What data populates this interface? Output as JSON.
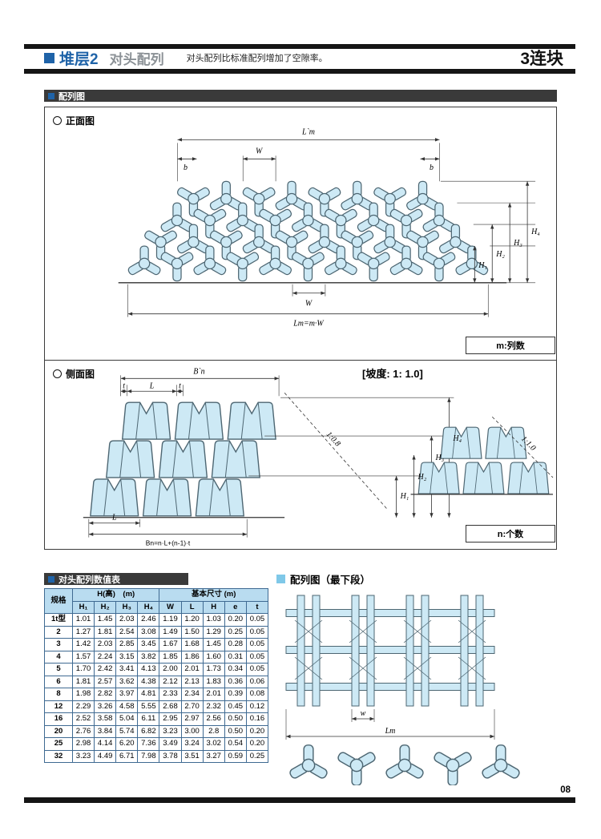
{
  "header": {
    "title": "堆层2",
    "subtitle": "对头配列",
    "description": "对头配列比标准配列增加了空隙率。",
    "product": "3连块"
  },
  "colors": {
    "accent": "#1f63a8",
    "block_fill": "#cde9f5",
    "block_stroke": "#4d6672",
    "section_bar": "#3a3a3a",
    "table_header_bg": "#b9dcf0",
    "light_blue_square": "#7fc8e8"
  },
  "sections": {
    "arrangement": {
      "title": "配列图"
    },
    "front": {
      "title": "正面图",
      "dim_top": "L`m",
      "dim_w": "W",
      "dim_b_left": "b",
      "dim_b_right": "b",
      "h1": "H₁",
      "h2": "H₂",
      "h3": "H₃",
      "h4": "H₄",
      "dim_bottom": "Lm=m·W",
      "note": "m:列数"
    },
    "side": {
      "title": "侧面图",
      "slope_title": "[坡度: 1: 1.0]",
      "dim_top": "B`n",
      "t_left": "t",
      "l_top": "L",
      "t_right": "t",
      "slope1": "1:0.8",
      "slope2": "1:1.0",
      "h1": "H₁",
      "h2": "H₂",
      "h3": "H₃",
      "h4": "H₄",
      "l_bottom": "L",
      "formula": "Bn=n·L+(n-1)·t",
      "note": "n:个数"
    },
    "bottom_tier": {
      "title": "配列图（最下段）",
      "dim_w": "w",
      "dim_lm": "Lm"
    }
  },
  "table": {
    "title": "对头配列数值表",
    "col_spec": "规格",
    "group_h": "H(高)　(m)",
    "group_basic": "基本尺寸 (m)",
    "columns": [
      "H₁",
      "H₂",
      "H₃",
      "H₄",
      "W",
      "L",
      "H",
      "e",
      "t"
    ],
    "rows": [
      [
        "1t型",
        "1.01",
        "1.45",
        "2.03",
        "2.46",
        "1.19",
        "1.20",
        "1.03",
        "0.20",
        "0.05"
      ],
      [
        "2",
        "1.27",
        "1.81",
        "2.54",
        "3.08",
        "1.49",
        "1.50",
        "1.29",
        "0.25",
        "0.05"
      ],
      [
        "3",
        "1.42",
        "2.03",
        "2.85",
        "3.45",
        "1.67",
        "1.68",
        "1.45",
        "0.28",
        "0.05"
      ],
      [
        "4",
        "1.57",
        "2.24",
        "3.15",
        "3.82",
        "1.85",
        "1.86",
        "1.60",
        "0.31",
        "0.05"
      ],
      [
        "5",
        "1.70",
        "2.42",
        "3.41",
        "4.13",
        "2.00",
        "2.01",
        "1.73",
        "0.34",
        "0.05"
      ],
      [
        "6",
        "1.81",
        "2.57",
        "3.62",
        "4.38",
        "2.12",
        "2.13",
        "1.83",
        "0.36",
        "0.06"
      ],
      [
        "8",
        "1.98",
        "2.82",
        "3.97",
        "4.81",
        "2.33",
        "2.34",
        "2.01",
        "0.39",
        "0.08"
      ],
      [
        "12",
        "2.29",
        "3.26",
        "4.58",
        "5.55",
        "2.68",
        "2.70",
        "2.32",
        "0.45",
        "0.12"
      ],
      [
        "16",
        "2.52",
        "3.58",
        "5.04",
        "6.11",
        "2.95",
        "2.97",
        "2.56",
        "0.50",
        "0.16"
      ],
      [
        "20",
        "2.76",
        "3.84",
        "5.74",
        "6.82",
        "3.23",
        "3.00",
        "2.8",
        "0.50",
        "0.20"
      ],
      [
        "25",
        "2.98",
        "4.14",
        "6.20",
        "7.36",
        "3.49",
        "3.24",
        "3.02",
        "0.54",
        "0.20"
      ],
      [
        "32",
        "3.23",
        "4.49",
        "6.71",
        "7.98",
        "3.78",
        "3.51",
        "3.27",
        "0.59",
        "0.25"
      ]
    ]
  },
  "footer": {
    "page": "08"
  }
}
